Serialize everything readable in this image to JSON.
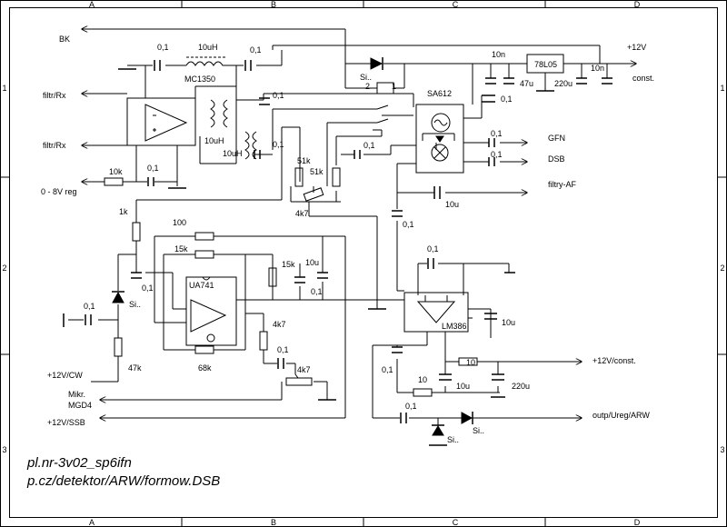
{
  "frame": {
    "columns": [
      "A",
      "B",
      "C",
      "D"
    ],
    "rows": [
      "1",
      "2",
      "3"
    ]
  },
  "ports": {
    "bk": "BK",
    "filtr_rx_1": "filtr/Rx",
    "filtr_rx_2": "filtr/Rx",
    "reg": "0 - 8V reg",
    "v12_cw": "+12V/CW",
    "mikr": "Mikr.",
    "mgd4": "MGD4",
    "v12_ssb": "+12V/SSB",
    "v12": "+12V",
    "const": "const.",
    "gfn": "GFN",
    "dsb": "DSB",
    "filtry_af": "filtry-AF",
    "v12_const": "+12V/const.",
    "out_ureg": "outp/Ureg/ARW"
  },
  "components": {
    "c01_a": "0,1",
    "l10uh_a": "10uH",
    "c01_b": "0,1",
    "mc1350": "MC1350",
    "si_top": "Si..",
    "pin2": "2",
    "pin1": "1",
    "c10n_a": "10n",
    "reg7805": "78L05",
    "c10n_b": "10n",
    "sa612": "SA612",
    "c47u": "47u",
    "c220u_a": "220u",
    "c01_c": "0,1",
    "c01_d": "0,1",
    "l10uh_b": "10uH",
    "l10uh_c": "10uH",
    "c01_e": "0,1",
    "r51k_a": "51k",
    "r51k_b": "51k",
    "c01_f": "0,1",
    "c01_gfn": "0,1",
    "c01_dsb": "0,1",
    "r10k": "10k",
    "c01_g": "0,1",
    "pot4k7_a": "4k7",
    "c01_h": "0,1",
    "c10u_a": "10u",
    "r1k": "1k",
    "r100": "100",
    "r15k_a": "15k",
    "r15k_b": "15k",
    "c10u_b": "10u",
    "ua741": "UA741",
    "c01_i": "0,1",
    "c01_j": "0,1",
    "c01_k": "0,1",
    "si_cw": "Si..",
    "r47k": "47k",
    "r68k": "68k",
    "r4k7": "4k7",
    "c01_l": "0,1",
    "pot4k7_b": "4k7",
    "c01_m": "0,1",
    "lm386": "LM386",
    "c10u_c": "10u",
    "c01_n": "0,1",
    "r10_a": "10",
    "r10_b": "10",
    "c10u_d": "10u",
    "c220u_b": "220u",
    "c01_o": "0,1",
    "si_out1": "Si..",
    "si_out2": "Si.."
  },
  "footer": {
    "line1": "pl.nr-3v02_sp6ifn",
    "line2": "p.cz/detektor/ARW/formow.DSB"
  }
}
